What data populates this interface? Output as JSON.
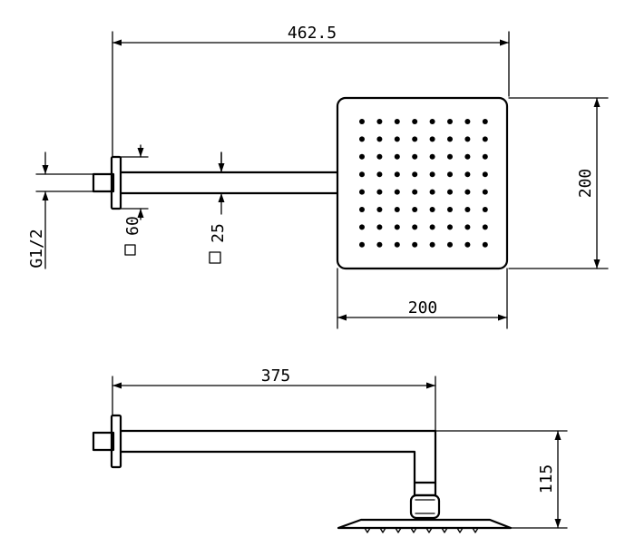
{
  "dimensions": {
    "total_length": "462.5",
    "head_height": "200",
    "head_width": "200",
    "arm_length": "375",
    "drop_height": "115",
    "thread": "G1/2",
    "flange_size": "60",
    "arm_size": "25"
  },
  "nozzle_grid": {
    "rows": 8,
    "cols": 8
  },
  "colors": {
    "line": "#000000",
    "background": "#ffffff"
  }
}
